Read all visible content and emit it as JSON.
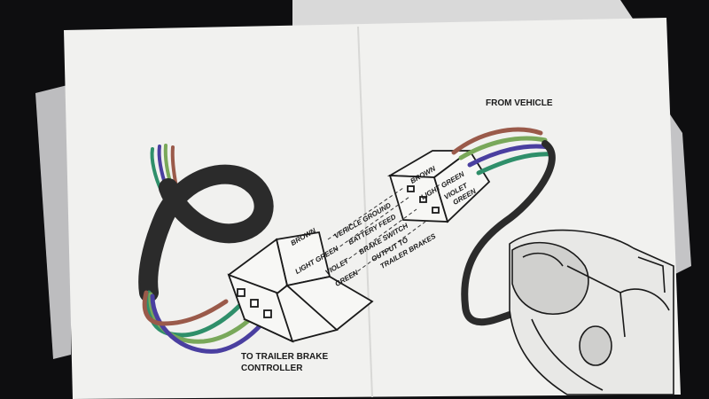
{
  "heading_from_vehicle": "FROM VEHICLE",
  "heading_to_controller": [
    "TO TRAILER BRAKE",
    "CONTROLLER"
  ],
  "wire_colors": {
    "brown": "#9a5a4a",
    "light_green": "#79a85a",
    "violet": "#4a3fa0",
    "green": "#2f8f6a",
    "harness": "#333333"
  },
  "left_connector_labels": [
    "BROWN",
    "LIGHT GREEN",
    "VIOLET",
    "GREEN"
  ],
  "right_connector_labels": [
    "BROWN",
    "LIGHT GREEN",
    "VIOLET",
    "GREEN"
  ],
  "circuit_labels": [
    "VEHICLE GROUND",
    "BATTERY FEED",
    "BRAKE SWITCH",
    "OUTPUT TO",
    "TRAILER BRAKES"
  ],
  "icons": [
    "wire-harness-icon",
    "connector-icon",
    "car-dashboard-icon"
  ]
}
